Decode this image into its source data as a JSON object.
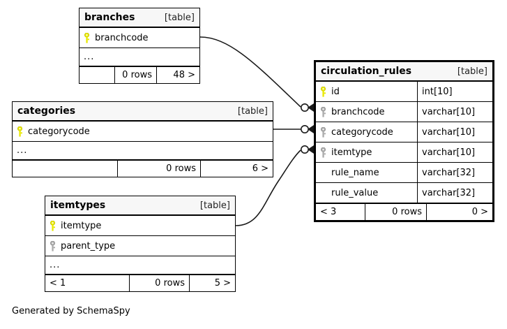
{
  "diagram": {
    "credit": "Generated by SchemaSpy",
    "kind_label": "[table]",
    "ellipsis": "...",
    "colors": {
      "primary_key": "#e8e800",
      "foreign_key": "#aaaaaa",
      "header_bg": "#f7f7f7",
      "border": "#000000",
      "background": "#ffffff"
    }
  },
  "tables": {
    "branches": {
      "name": "branches",
      "kind": "[table]",
      "columns": [
        {
          "name": "branchcode",
          "key": "primary",
          "type": ""
        }
      ],
      "ellipsis": "...",
      "footer": {
        "prev": "",
        "rows": "0 rows",
        "next": "48 >"
      }
    },
    "categories": {
      "name": "categories",
      "kind": "[table]",
      "columns": [
        {
          "name": "categorycode",
          "key": "primary",
          "type": ""
        }
      ],
      "ellipsis": "...",
      "footer": {
        "prev": "",
        "rows": "0 rows",
        "next": "6 >"
      }
    },
    "itemtypes": {
      "name": "itemtypes",
      "kind": "[table]",
      "columns": [
        {
          "name": "itemtype",
          "key": "primary",
          "type": ""
        },
        {
          "name": "parent_type",
          "key": "foreign",
          "type": ""
        }
      ],
      "ellipsis": "...",
      "footer": {
        "prev": "< 1",
        "rows": "0 rows",
        "next": "5 >"
      }
    },
    "circulation_rules": {
      "name": "circulation_rules",
      "kind": "[table]",
      "columns": [
        {
          "name": "id",
          "key": "primary",
          "type": "int[10]"
        },
        {
          "name": "branchcode",
          "key": "foreign",
          "type": "varchar[10]"
        },
        {
          "name": "categorycode",
          "key": "foreign",
          "type": "varchar[10]"
        },
        {
          "name": "itemtype",
          "key": "foreign",
          "type": "varchar[10]"
        },
        {
          "name": "rule_name",
          "key": "none",
          "type": "varchar[32]"
        },
        {
          "name": "rule_value",
          "key": "none",
          "type": "varchar[32]"
        }
      ],
      "footer": {
        "prev": "< 3",
        "rows": "0 rows",
        "next": "0 >"
      }
    }
  },
  "relationships": [
    {
      "from": "branches.branchcode",
      "to": "circulation_rules.branchcode"
    },
    {
      "from": "categories.categorycode",
      "to": "circulation_rules.categorycode"
    },
    {
      "from": "itemtypes.itemtype",
      "to": "circulation_rules.itemtype"
    }
  ]
}
